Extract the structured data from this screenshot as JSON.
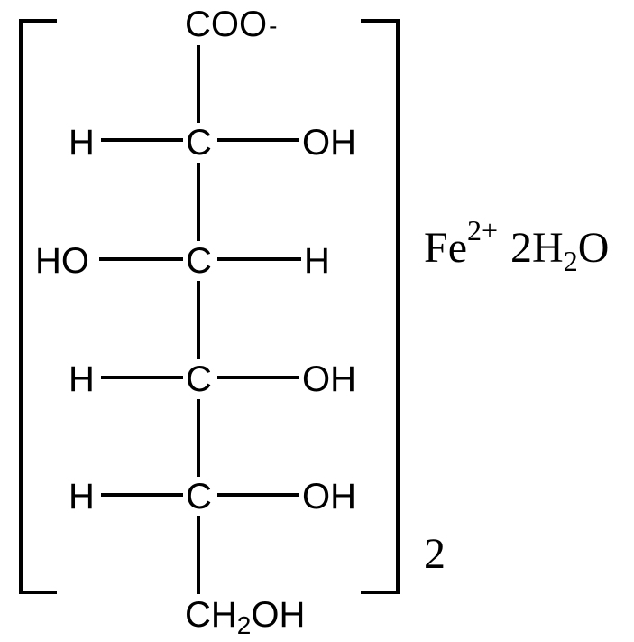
{
  "top_group": {
    "main": "COO",
    "charge": "-"
  },
  "rows": [
    {
      "left": "H",
      "center": "C",
      "right": "OH"
    },
    {
      "left": "HO",
      "center": "C",
      "right": "H"
    },
    {
      "left": "H",
      "center": "C",
      "right": "OH"
    },
    {
      "left": "H",
      "center": "C",
      "right": "OH"
    }
  ],
  "bottom_group": {
    "part1": "CH",
    "sub": "2",
    "part2": "OH"
  },
  "counter_ion": {
    "symbol": "Fe",
    "charge": "2+",
    "water_coeff": "2H",
    "water_sub": "2",
    "water_tail": "O"
  },
  "multiplier": "2"
}
